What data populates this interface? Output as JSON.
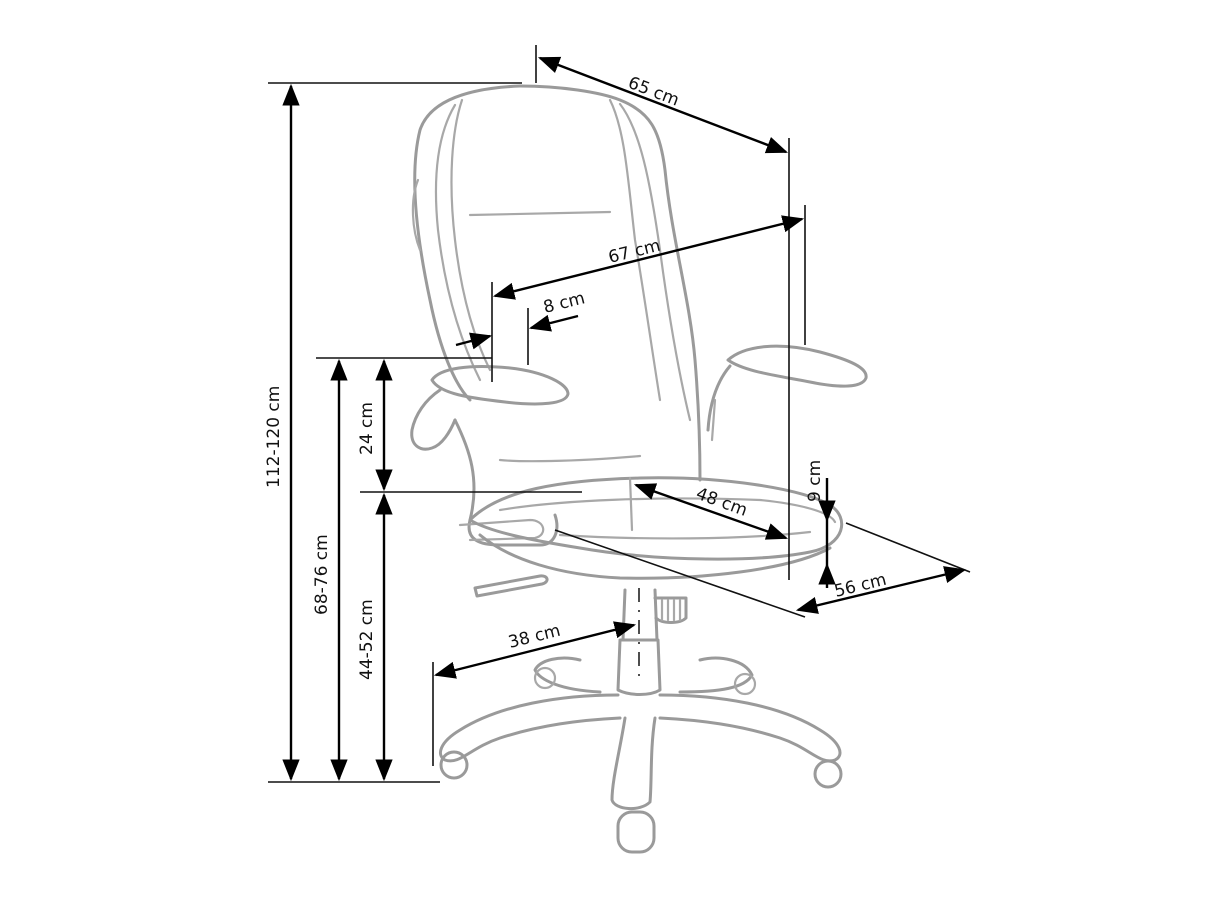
{
  "diagram": {
    "subject": "Office chair dimensions",
    "unit": "cm",
    "colors": {
      "dimension_lines": "#000000",
      "chair_outline": "#9a9a9a",
      "background": "#ffffff"
    },
    "dimensions": {
      "backrest_top_width": "65 cm",
      "armrest_span_width": "67 cm",
      "armrest_width": "8 cm",
      "total_height": "112-120 cm",
      "armrest_height": "68-76 cm",
      "armrest_above_seat": "24 cm",
      "seat_height": "44-52 cm",
      "seat_depth": "48 cm",
      "seat_thickness": "9 cm",
      "seat_width": "56 cm",
      "base_radius": "38 cm"
    }
  }
}
